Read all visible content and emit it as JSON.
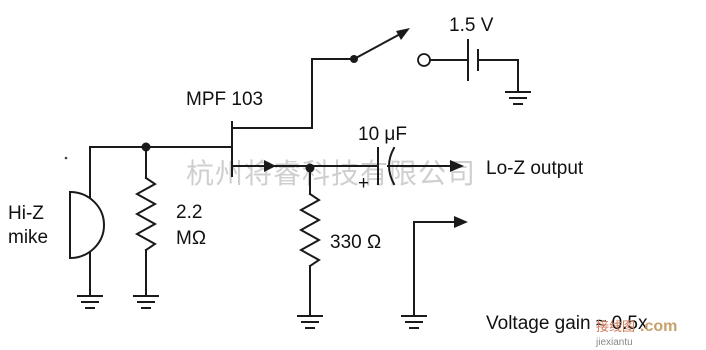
{
  "labels": {
    "battery_voltage": "1.5 V",
    "transistor": "MPF 103",
    "capacitor": "10 μF",
    "capacitor_polarity": "+",
    "output": "Lo-Z output",
    "mic_line1": "Hi-Z",
    "mic_line2": "mike",
    "gate_resistor_value": "2.2",
    "gate_resistor_unit": "MΩ",
    "source_resistor": "330 Ω",
    "gain_note": "Voltage gain ≈ 0.5x"
  },
  "watermark": {
    "chinese": "杭州将睿科技有限公司",
    "site_cn": "接线图",
    "site_dot_com": ".com",
    "site_url": "jiexiantu"
  }
}
